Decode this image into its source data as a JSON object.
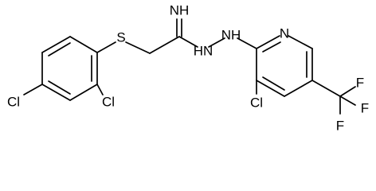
{
  "atoms": {
    "cl_para": "Cl",
    "cl_ortho": "Cl",
    "s_thioether": "S",
    "nh_imine": "NH",
    "nh_hydrazine_1": "HN",
    "nh_hydrazine_2": "NH",
    "n_pyridine": "N",
    "cl_pyridine": "Cl",
    "f_top": "F",
    "f_right": "F",
    "f_bottom": "F"
  }
}
